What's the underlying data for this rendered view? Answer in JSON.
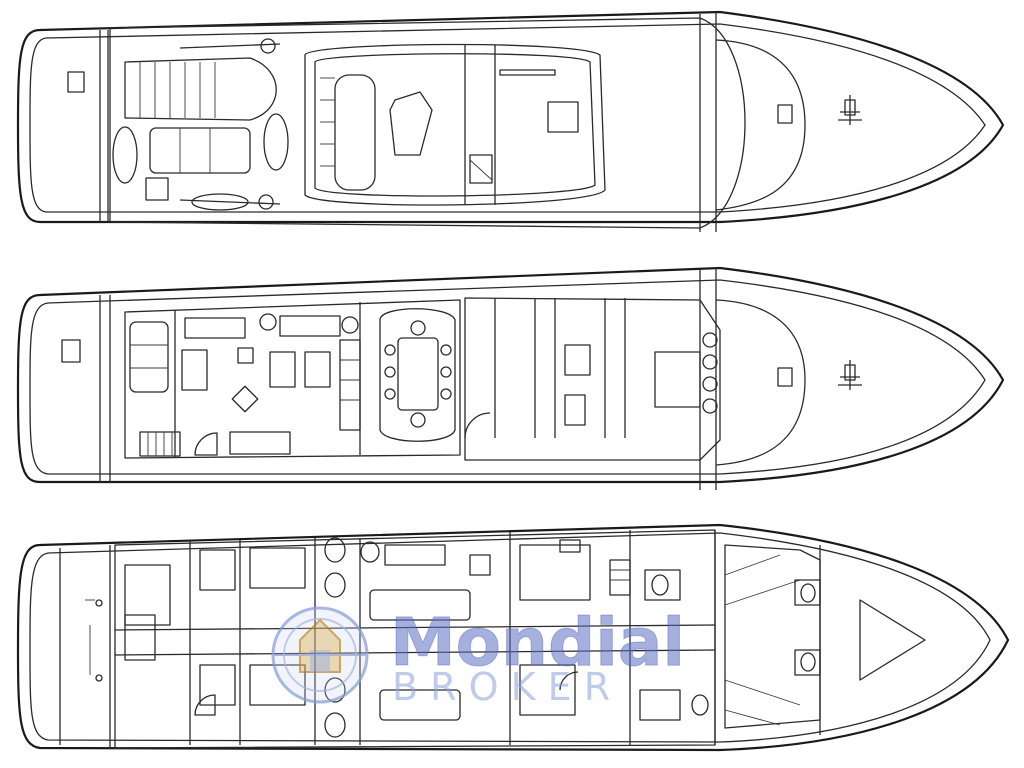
{
  "watermark": {
    "brand": "Mondial",
    "subtitle": "B R O K E R",
    "colors": {
      "primary": "#5d6fc4",
      "secondary": "#8aa0d8",
      "logo": "#d9a94a"
    }
  },
  "decks": [
    {
      "id": "sun-deck"
    },
    {
      "id": "main-deck"
    },
    {
      "id": "lower-deck"
    }
  ]
}
